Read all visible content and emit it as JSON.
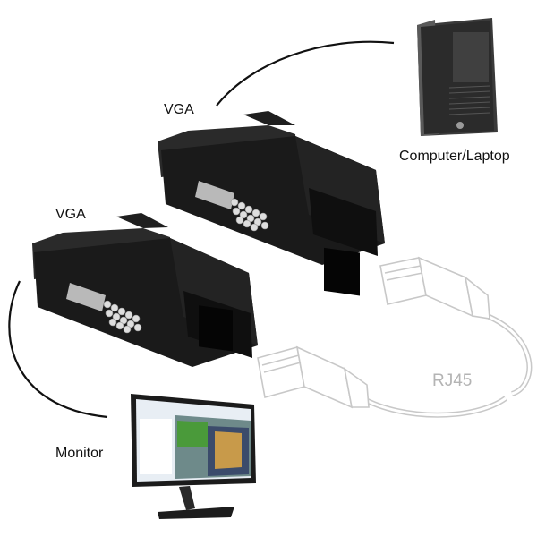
{
  "labels": {
    "vga_top": "VGA",
    "vga_bottom": "VGA",
    "computer": "Computer/Laptop",
    "monitor": "Monitor",
    "rj45": "RJ45"
  },
  "devices": {
    "computer_icon": "tower-pc-icon",
    "monitor_icon": "desktop-monitor-icon",
    "adapter_icon": "vga-to-rj45-adapter-icon",
    "cable_icon": "ethernet-cable-icon"
  },
  "colors": {
    "adapter_body": "#1a1a1a",
    "cable_outline": "#c8c8c8",
    "label_text": "#111111",
    "rj45_text": "#b4b4b4"
  }
}
